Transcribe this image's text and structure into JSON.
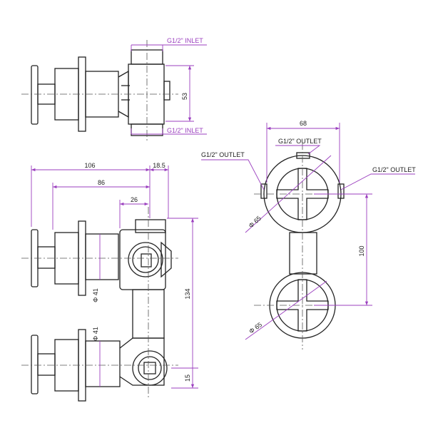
{
  "colors": {
    "outline": "#222222",
    "dimension": "#9b3fbf",
    "centerline": "#555555"
  },
  "top_view": {
    "inlet_top_label": "G1/2\"  INLET",
    "inlet_bottom_label": "G1/2\"  INLET",
    "height_dim": "53"
  },
  "side_view": {
    "dim_overall_width": "106",
    "dim_offset": "18.5",
    "dim_body_width": "86",
    "dim_center": "26",
    "dim_height": "134",
    "dim_bottom": "15",
    "diameter_upper": "Φ 41",
    "diameter_lower": "Φ 41"
  },
  "front_view": {
    "dim_width": "68",
    "outlet_top_label": "G1/2\" OUTLET",
    "outlet_left_label": "G1/2\" OUTLET",
    "outlet_right_label": "G1/2\" OUTLET",
    "dim_spacing": "100",
    "diameter_upper": "Φ 65",
    "diameter_lower": "Φ 65"
  }
}
